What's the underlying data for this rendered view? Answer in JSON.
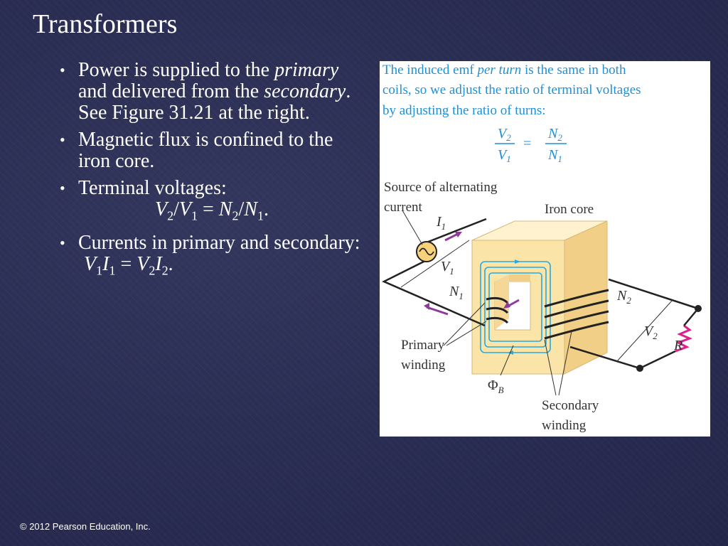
{
  "slide": {
    "title": "Transformers",
    "bullets": [
      {
        "parts": [
          "Power is supplied to the ",
          "primary",
          " and delivered from the ",
          "secondary",
          ". See Figure 31.21 at the right."
        ]
      },
      {
        "text": "Magnetic flux is confined to the iron core."
      },
      {
        "text": "Terminal voltages:",
        "equation": {
          "a": "V",
          "a_sub": "2",
          "b": "V",
          "b_sub": "1",
          "c": "N",
          "c_sub": "2",
          "d": "N",
          "d_sub": "1"
        }
      },
      {
        "text": "Currents in primary and secondary:",
        "equation": {
          "a": "V",
          "a_sub": "1",
          "b": "I",
          "b_sub": "1",
          "c": "V",
          "c_sub": "2",
          "d": "I",
          "d_sub": "2"
        }
      }
    ],
    "bullet_glyph": "•"
  },
  "figure": {
    "caption_line1": "The induced emf ",
    "caption_italic": "per turn",
    "caption_line1_end": " is the same in both",
    "caption_line2": "coils, so we adjust the ratio of terminal voltages",
    "caption_line3": "by adjusting the ratio of turns:",
    "formula": {
      "V2": "V",
      "V2_sub": "2",
      "V1": "V",
      "V1_sub": "1",
      "N2": "N",
      "N2_sub": "2",
      "N1": "N",
      "N1_sub": "1",
      "equals": "="
    },
    "labels": {
      "source_line1": "Source of alternating",
      "source_line2": "current",
      "iron_core": "Iron core",
      "I1": "I",
      "I1_sub": "1",
      "V1": "V",
      "V1_sub": "1",
      "N1": "N",
      "N1_sub": "1",
      "N2": "N",
      "N2_sub": "2",
      "V2": "V",
      "V2_sub": "2",
      "R": "R",
      "primary_line1": "Primary",
      "primary_line2": "winding",
      "phi": "Φ",
      "phi_sub": "B",
      "secondary_line1": "Secondary",
      "secondary_line2": "winding"
    },
    "colors": {
      "caption": "#1e90d6",
      "core_front": "#fbe4a8",
      "core_side": "#f2cf86",
      "flux": "#29a9e0",
      "arrow": "#8e3a9b",
      "resistor": "#e0218a",
      "wire": "#222222"
    }
  },
  "footer": {
    "copyright": "© 2012 Pearson Education, Inc."
  }
}
